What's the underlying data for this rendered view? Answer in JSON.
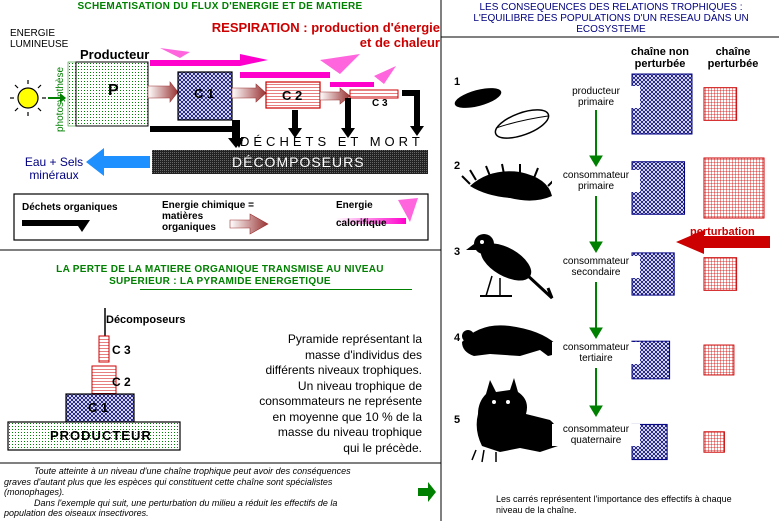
{
  "left": {
    "title": "SCHEMATISATION DU FLUX D'ENERGIE ET DE MATIERE",
    "energy_label_1": "ENERGIE",
    "energy_label_2": "LUMINEUSE",
    "photosynthesis": "photosynthèse",
    "producer_label": "Producteur",
    "respiration_1": "RESPIRATION  :  production d'énergie",
    "respiration_2": "et de chaleur",
    "box_p": "P",
    "box_c1": "C 1",
    "box_c2": "C 2",
    "box_c3": "C 3",
    "dechets": "DÉCHETS ET MORT",
    "decomposeurs": "DÉCOMPOSEURS",
    "water_1": "Eau + Sels",
    "water_2": "minéraux",
    "legend": {
      "organic_waste": "Déchets organiques",
      "chem_energy_1": "Energie chimique =",
      "chem_energy_2": "matières",
      "chem_energy_3": "organiques",
      "heat_1": "Energie",
      "heat_2": "calorifique"
    },
    "pyramid_title_1": "LA PERTE DE LA MATIERE ORGANIQUE TRANSMISE AU NIVEAU",
    "pyramid_title_2": "SUPERIEUR : LA PYRAMIDE ENERGETIQUE",
    "pyramid": {
      "decomposers": "Décomposeurs",
      "c3": "C 3",
      "c2": "C 2",
      "c1": "C 1",
      "producer": "PRODUCTEUR"
    },
    "pyramid_text": [
      "Pyramide représentant la",
      "masse d'individus des",
      "différents niveaux trophiques.",
      "Un niveau trophique de",
      "consommateurs ne représente",
      "en moyenne que 10 % de la",
      "masse du niveau trophique",
      "qui le précède."
    ],
    "footer": [
      "Toute atteinte à un niveau d'une chaîne trophique peut avoir des conséquences",
      "graves d'autant plus que les espèces qui constituent cette chaîne sont spécialistes",
      "(monophages).",
      "Dans l'exemple qui suit, une perturbation du milieu a réduit les effectifs de la",
      "population des oiseaux insectivores."
    ]
  },
  "right": {
    "title_1": "LES CONSEQUENCES DES RELATIONS TROPHIQUES :",
    "title_2": "L'EQUILIBRE DES POPULATIONS D'UN RESEAU DANS UN",
    "title_3": "ECOSYSTEME",
    "col_unperturbed_1": "chaîne non",
    "col_unperturbed_2": "perturbée",
    "col_perturbed_1": "chaîne",
    "col_perturbed_2": "perturbée",
    "perturbation": "perturbation",
    "levels": [
      {
        "num": "1",
        "l1": "producteur",
        "l2": "primaire",
        "unpert": 1.0,
        "pert": 0.35
      },
      {
        "num": "2",
        "l1": "consommateur",
        "l2": "primaire",
        "unpert": 0.8,
        "pert": 1.0
      },
      {
        "num": "3",
        "l1": "consommateur",
        "l2": "secondaire",
        "unpert": 0.55,
        "pert": 0.35
      },
      {
        "num": "4",
        "l1": "consommateur",
        "l2": "tertiaire",
        "unpert": 0.45,
        "pert": 0.3
      },
      {
        "num": "5",
        "l1": "consommateur",
        "l2": "quaternaire",
        "unpert": 0.4,
        "pert": 0.15
      }
    ],
    "footer_1": "Les carrés représentent l'importance des effectifs à chaque",
    "footer_2": "niveau de la chaîne."
  },
  "colors": {
    "green": "#008000",
    "navy": "#000080",
    "red": "#cc0000",
    "magenta": "#ff00cc",
    "blue_arrow": "#1e90ff"
  }
}
